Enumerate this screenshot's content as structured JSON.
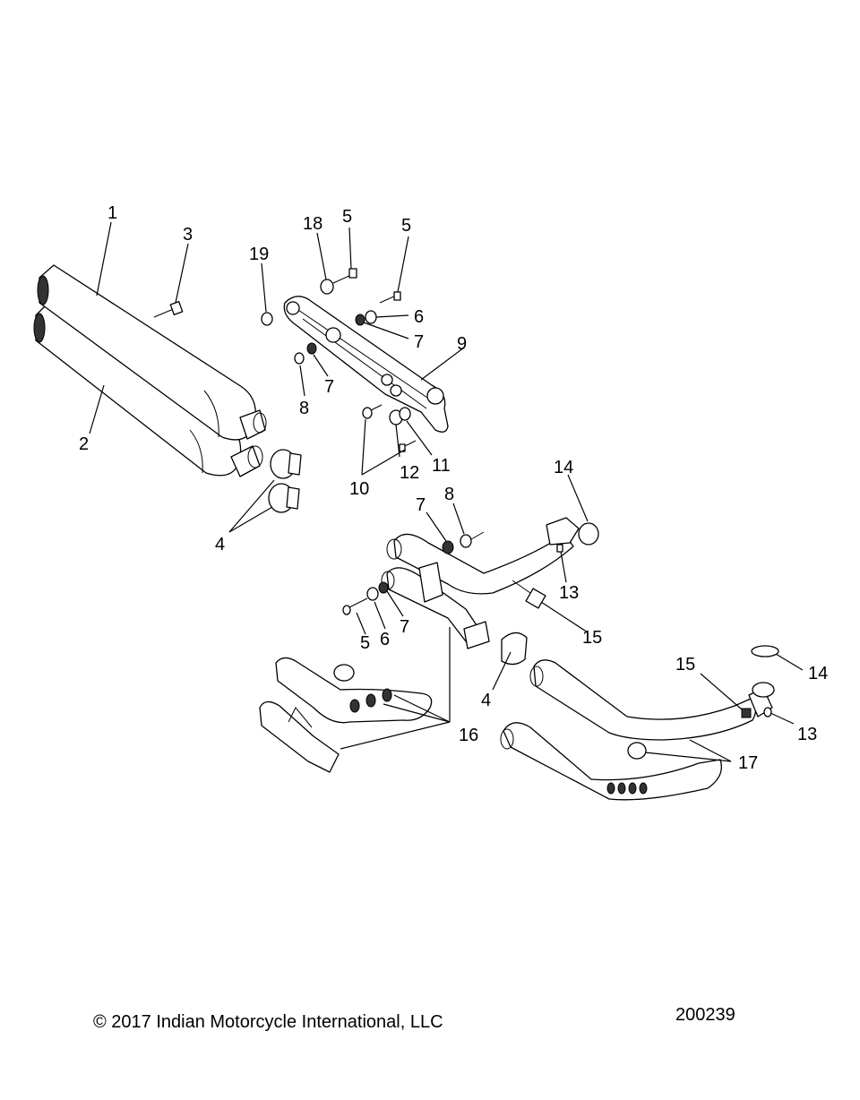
{
  "callouts": {
    "c1": "1",
    "c2": "2",
    "c3": "3",
    "c4a": "4",
    "c4b": "4",
    "c5a": "5",
    "c5b": "5",
    "c5c": "5",
    "c6a": "6",
    "c6b": "6",
    "c7a": "7",
    "c7b": "7",
    "c7c": "7",
    "c7d": "7",
    "c8a": "8",
    "c8b": "8",
    "c9": "9",
    "c10": "10",
    "c11": "11",
    "c12": "12",
    "c13a": "13",
    "c13b": "13",
    "c14a": "14",
    "c14b": "14",
    "c15a": "15",
    "c15b": "15",
    "c16": "16",
    "c17": "17",
    "c18": "18",
    "c19": "19"
  },
  "footer": {
    "copyright": "© 2017 Indian Motorcycle International, LLC",
    "diagram_id": "200239"
  }
}
